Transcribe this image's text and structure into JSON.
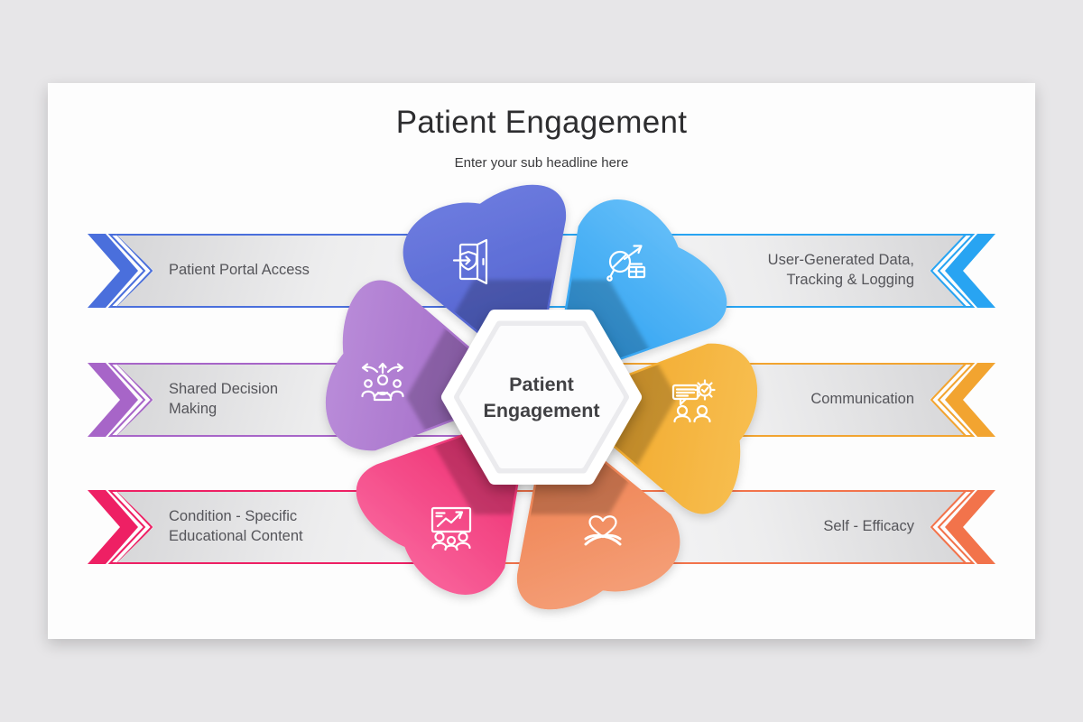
{
  "page": {
    "background": "#e7e6e8",
    "slide_background": "#fdfdfd"
  },
  "header": {
    "title": "Patient Engagement",
    "subtitle": "Enter your sub headline here"
  },
  "center": {
    "line1": "Patient",
    "line2": "Engagement"
  },
  "items": [
    {
      "label": "Patient Portal Access",
      "side": "left",
      "row": 1,
      "accent": "#4a6fdc",
      "petal_outer": "#6b7ade",
      "petal_inner": "#4557c8",
      "icon": "door-portal-icon"
    },
    {
      "label": "User-Generated Data, Tracking & Logging",
      "side": "right",
      "row": 1,
      "accent": "#28a4f2",
      "petal_outer": "#60bcf8",
      "petal_inner": "#1795ee",
      "icon": "data-tracking-icon"
    },
    {
      "label": "Shared Decision Making",
      "side": "left",
      "row": 2,
      "accent": "#a765c8",
      "petal_outer": "#b88ad8",
      "petal_inner": "#9a5ec0",
      "icon": "shared-decision-icon"
    },
    {
      "label": "Communication",
      "side": "right",
      "row": 2,
      "accent": "#f2a430",
      "petal_outer": "#f7bd4e",
      "petal_inner": "#efa01c",
      "icon": "communication-icon"
    },
    {
      "label": "Condition - Specific Educational Content",
      "side": "left",
      "row": 3,
      "accent": "#ee2064",
      "petal_outer": "#f85f98",
      "petal_inner": "#e9175e",
      "icon": "educational-content-icon"
    },
    {
      "label": "Self - Efficacy",
      "side": "right",
      "row": 3,
      "accent": "#f2734b",
      "petal_outer": "#f49d75",
      "petal_inner": "#ec7440",
      "icon": "self-efficacy-icon"
    }
  ]
}
